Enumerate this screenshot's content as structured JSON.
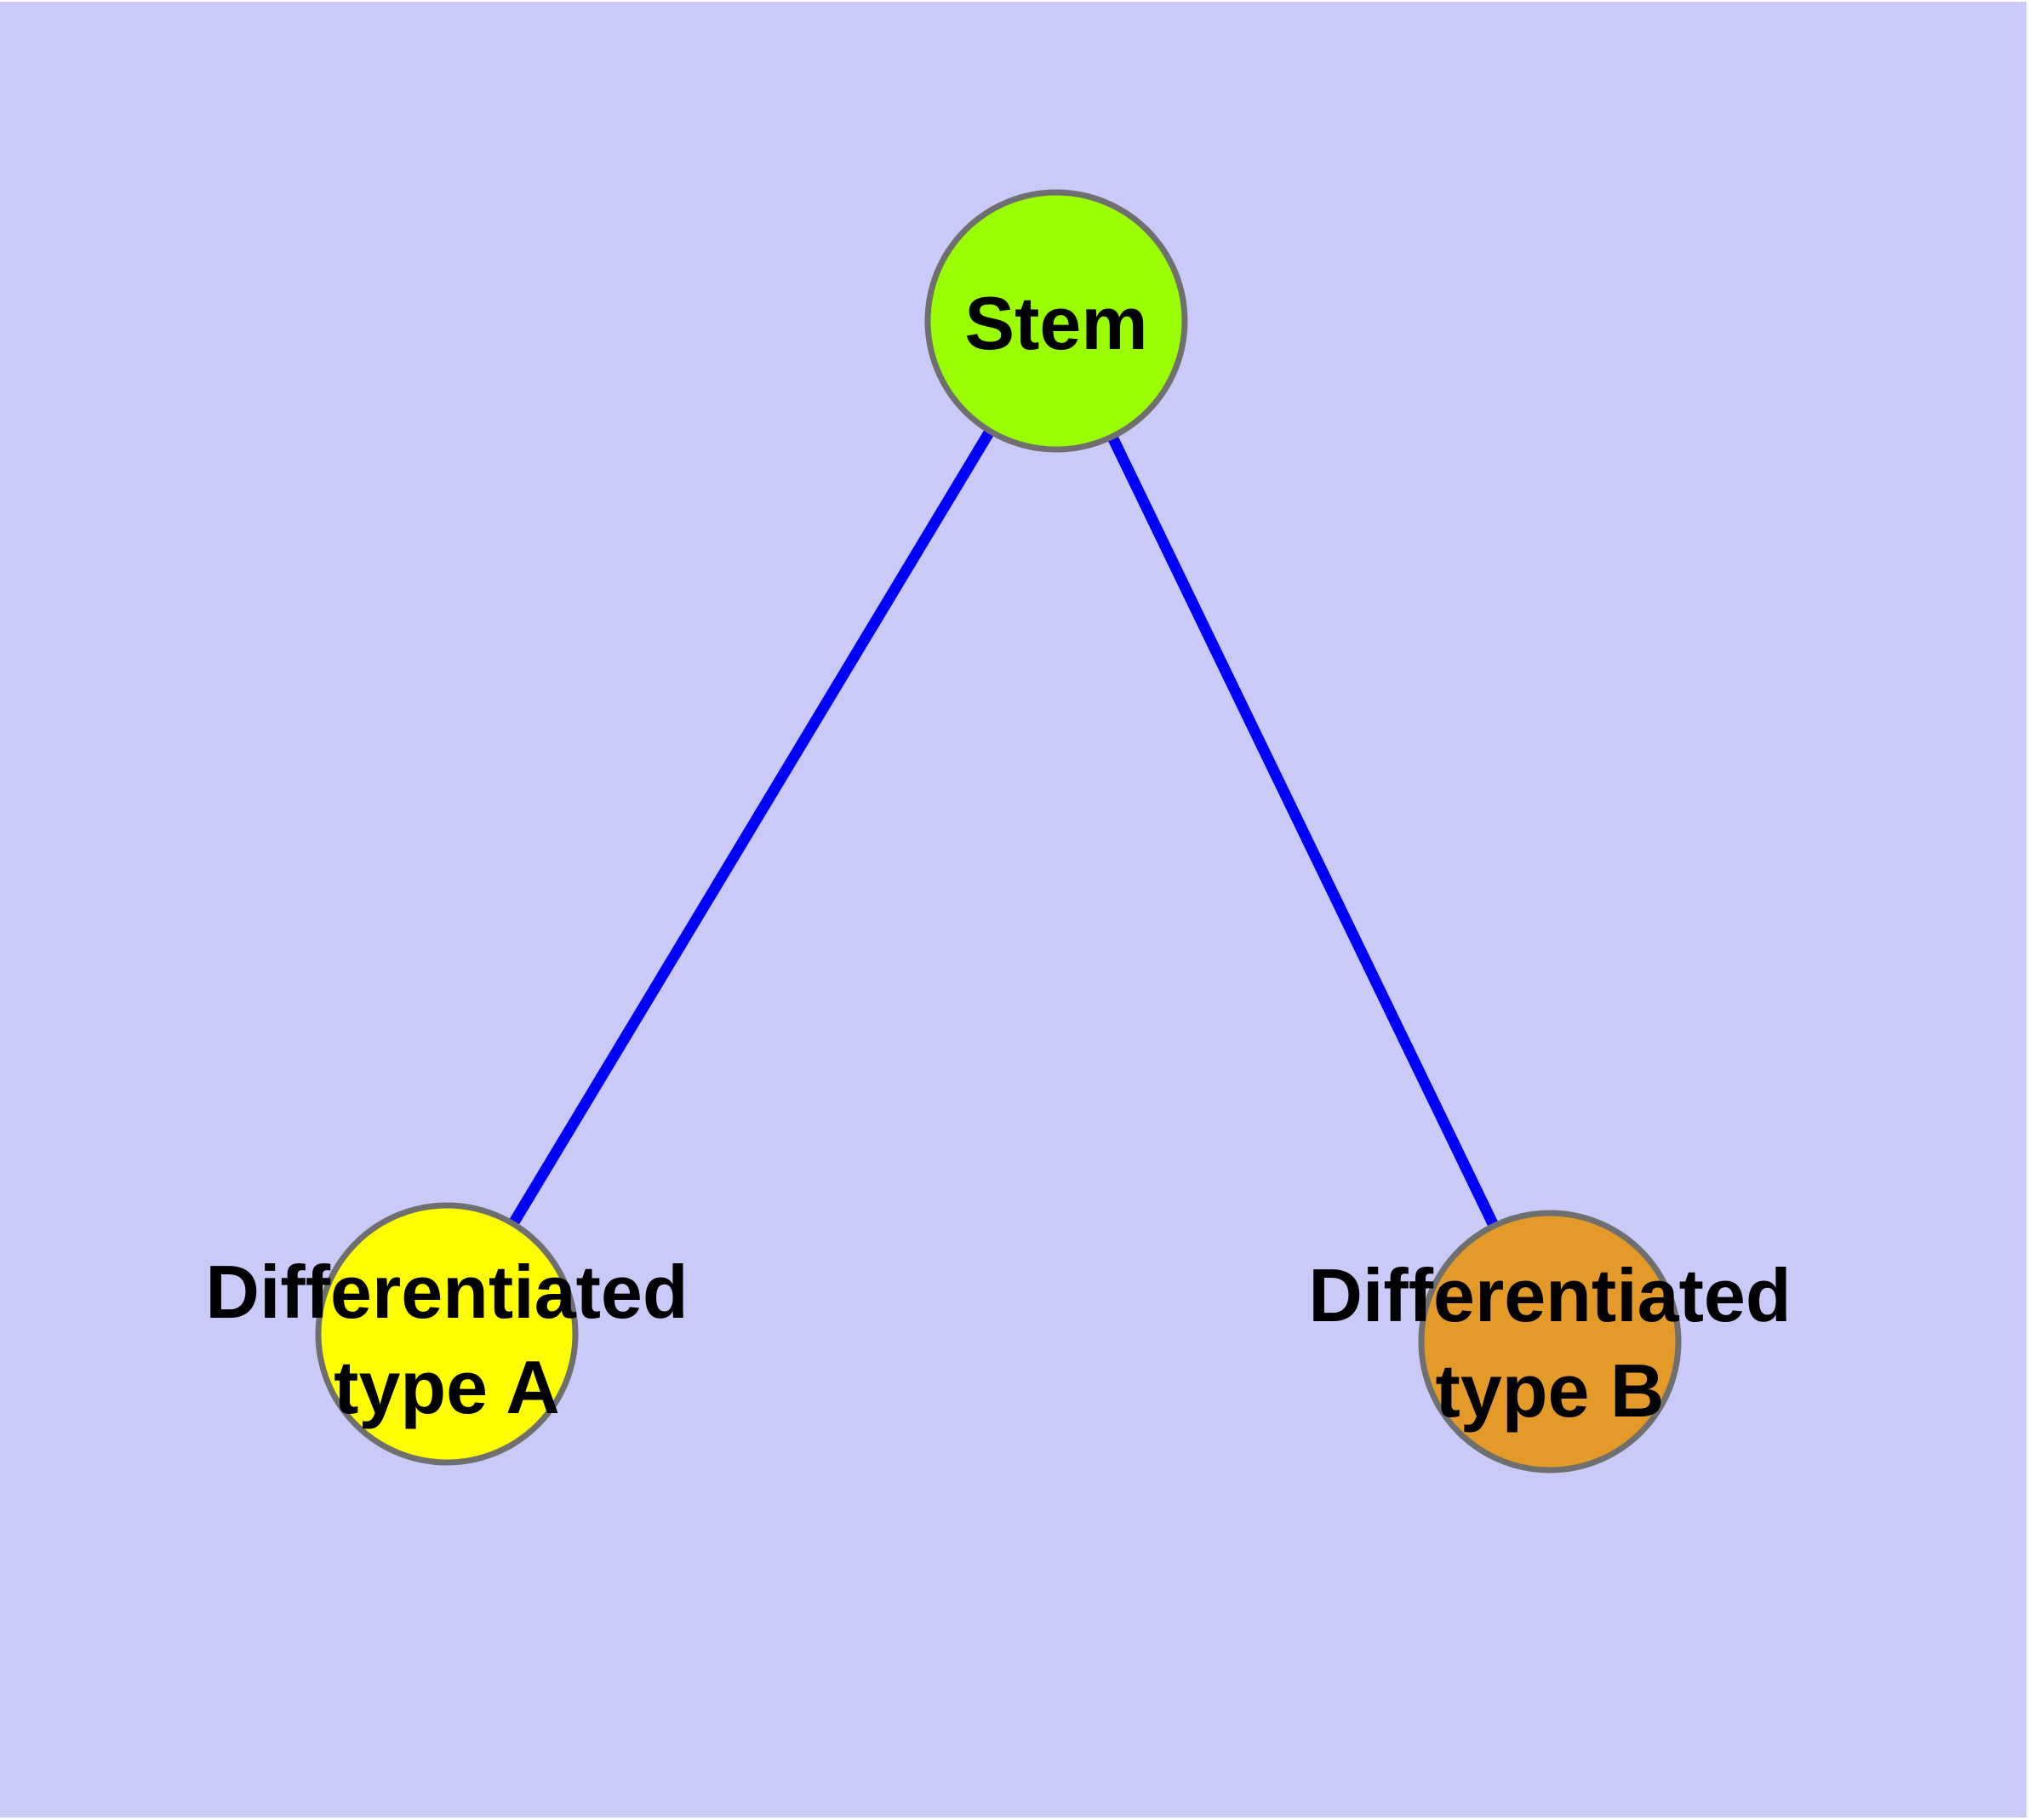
{
  "diagram": {
    "type": "graph",
    "description": "Undirected graph of a stem cell differentiating into two cell types",
    "background_color": "#CACAF8",
    "frame_color": "#6F6F6F",
    "edge_color": "#0101FB",
    "label_color": "#000000",
    "nodes": [
      {
        "id": "stem",
        "label": "Stem",
        "fill_color": "#9BFD02"
      },
      {
        "id": "differentiated-type-a",
        "label": "Differentiated type A",
        "line1": "Differentiated",
        "line2": "type A",
        "fill_color": "#FFFF00"
      },
      {
        "id": "differentiated-type-b",
        "label": "Differentiated type B",
        "line1": "Differentiated",
        "line2": "type B",
        "fill_color": "#E49A28"
      }
    ],
    "edges": [
      {
        "source": "Stem",
        "target": "Differentiated type A"
      },
      {
        "source": "Stem",
        "target": "Differentiated type B"
      }
    ]
  }
}
